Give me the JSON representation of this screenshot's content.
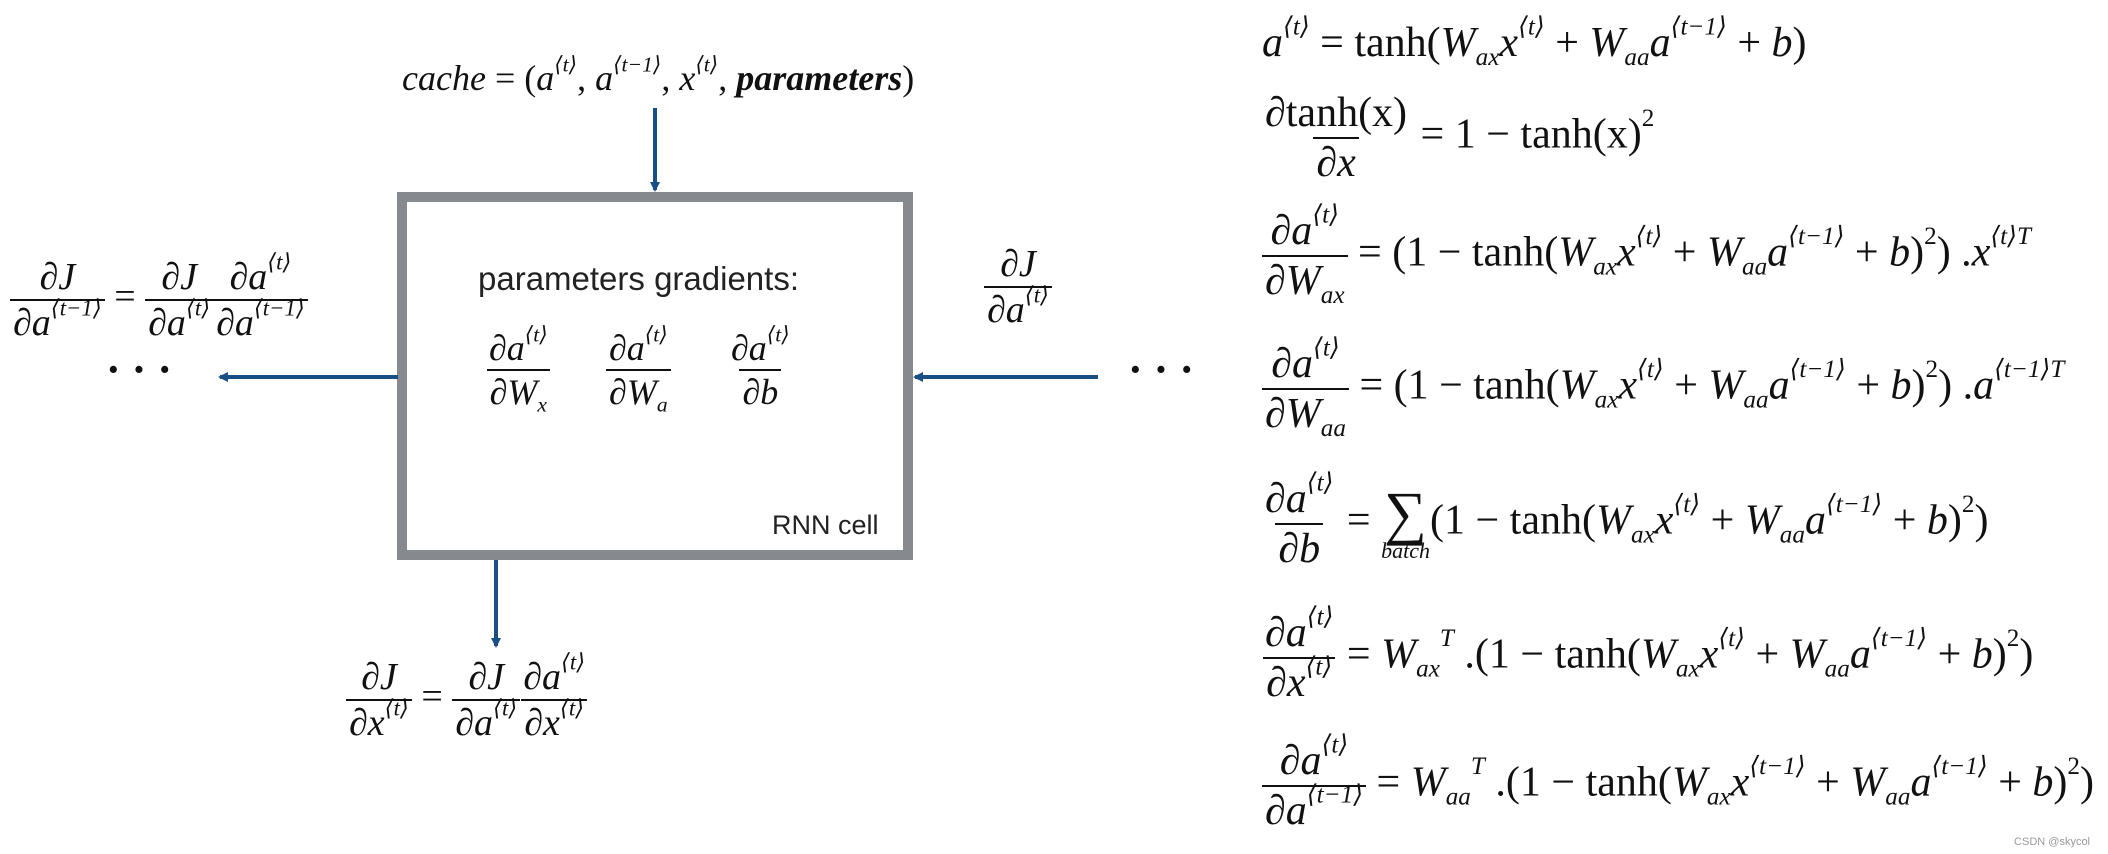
{
  "diagram": {
    "cell_label": "RNN cell",
    "params_title": "parameters gradients:",
    "cache": {
      "lhs": "cache",
      "args": [
        "a",
        "a",
        "x",
        "parameters"
      ],
      "t": "t",
      "tm1": "t−1"
    },
    "params": [
      {
        "num": "∂a",
        "sup": "t",
        "den": "∂W",
        "sub": "x"
      },
      {
        "num": "∂a",
        "sup": "t",
        "den": "∂W",
        "sub": "a"
      },
      {
        "num": "∂a",
        "sup": "t",
        "den": "∂b",
        "sub": ""
      }
    ],
    "incoming_grad": {
      "num": "∂J",
      "den": "∂a",
      "sup": "t"
    },
    "left_grad": {
      "num": "∂J",
      "den": "∂a",
      "sup_t": "t",
      "sup_tm1": "t−1"
    },
    "bottom_grad": {
      "num": "∂J",
      "den_a": "∂a",
      "den_x": "∂x",
      "sup": "t"
    },
    "dots": "· · ·",
    "colors": {
      "arrow": "#1a4f86",
      "box": "#868a8e"
    }
  },
  "equations": {
    "e1": {
      "lhs": "a",
      "rhs": "= tanh(W",
      "t": "t",
      "tm1": "t−1"
    },
    "e2": {
      "num": "∂tanh(x)",
      "den": "∂x",
      "rhs": "= 1 − tanh(x)"
    },
    "e3": {
      "num": "∂a",
      "den": "∂W",
      "sub": "ax",
      "t": "t",
      "tm1": "t−1"
    },
    "e4": {
      "num": "∂a",
      "den": "∂W",
      "sub": "aa",
      "t": "t",
      "tm1": "t−1"
    },
    "e5": {
      "num": "∂a",
      "den": "∂b",
      "sum_sub": "batch",
      "t": "t",
      "tm1": "t−1"
    },
    "e6": {
      "num": "∂a",
      "den": "∂x",
      "t": "t",
      "tm1": "t−1"
    },
    "e7": {
      "num": "∂a",
      "den": "∂a",
      "t": "t",
      "tm1": "t−1"
    }
  },
  "watermark": "CSDN @skycol"
}
